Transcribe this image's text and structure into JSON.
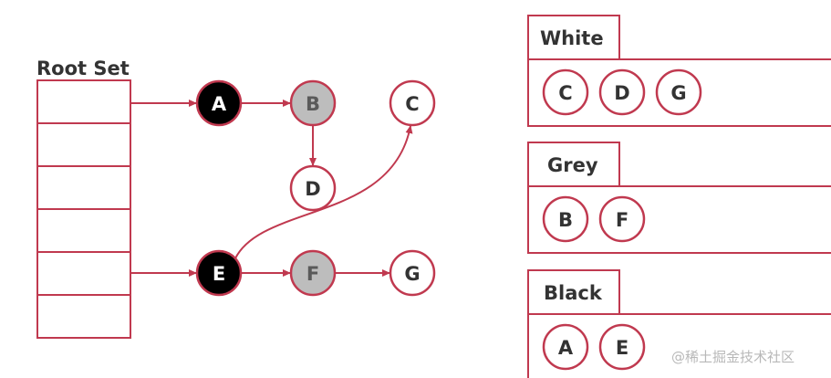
{
  "colors": {
    "stroke": "#c0394f",
    "black_fill": "#000000",
    "grey_fill": "#bdbdbd",
    "white_fill": "#ffffff",
    "label": "#333333"
  },
  "root_set": {
    "label": "Root Set",
    "slot_count": 6
  },
  "graph": {
    "nodes": [
      {
        "id": "A",
        "label": "A",
        "color": "black"
      },
      {
        "id": "B",
        "label": "B",
        "color": "grey"
      },
      {
        "id": "C",
        "label": "C",
        "color": "white"
      },
      {
        "id": "D",
        "label": "D",
        "color": "white"
      },
      {
        "id": "E",
        "label": "E",
        "color": "black"
      },
      {
        "id": "F",
        "label": "F",
        "color": "grey"
      },
      {
        "id": "G",
        "label": "G",
        "color": "white"
      }
    ],
    "root_references": [
      "A",
      "E"
    ],
    "edges": [
      {
        "from": "A",
        "to": "B"
      },
      {
        "from": "B",
        "to": "D"
      },
      {
        "from": "E",
        "to": "F"
      },
      {
        "from": "F",
        "to": "G"
      },
      {
        "from": "E",
        "to": "C"
      }
    ]
  },
  "sets": [
    {
      "title": "White",
      "members": [
        "C",
        "D",
        "G"
      ]
    },
    {
      "title": "Grey",
      "members": [
        "B",
        "F"
      ]
    },
    {
      "title": "Black",
      "members": [
        "A",
        "E"
      ]
    }
  ],
  "watermark": "@稀土掘金技术社区"
}
